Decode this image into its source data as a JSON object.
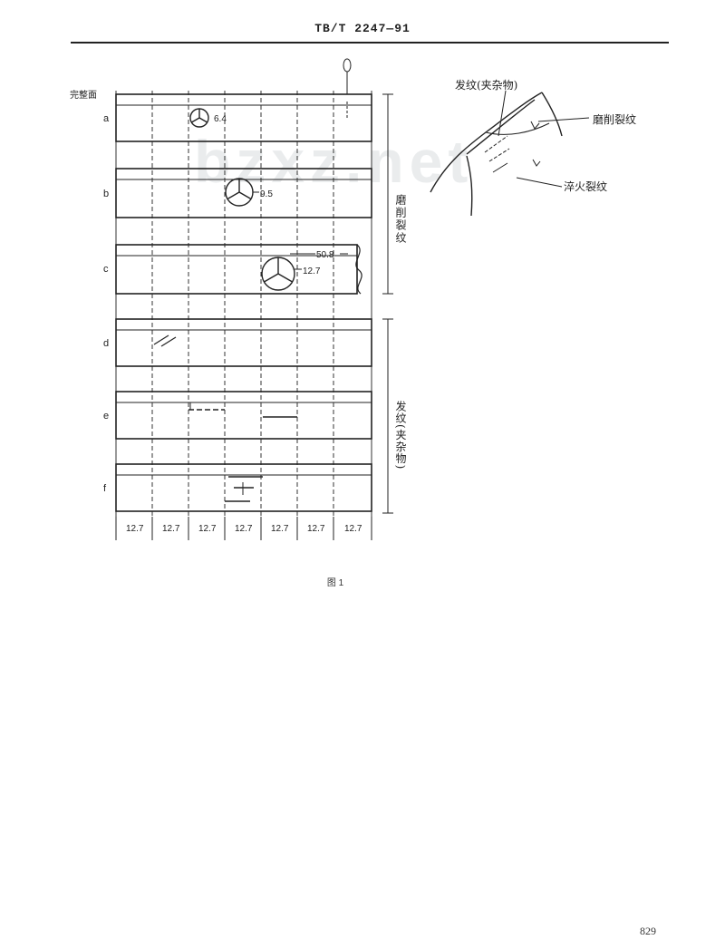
{
  "header": {
    "standard_number": "TB/T 2247—91"
  },
  "watermark": "bzxz.net",
  "figure": {
    "face_label": "完整面",
    "rows": [
      "a",
      "b",
      "c",
      "d",
      "e",
      "f"
    ],
    "circle_labels": [
      "6.4",
      "9.5",
      "12.7"
    ],
    "dim_50_8": "50.8",
    "widths": [
      "12.7",
      "12.7",
      "12.7",
      "12.7",
      "12.7",
      "12.7",
      "12.7"
    ],
    "group_label_grinding": "磨削裂纹",
    "group_label_seam": "发纹(夹杂物)",
    "detail_label_seam": "发纹(夹杂物)",
    "detail_label_grinding": "磨削裂纹",
    "detail_label_quench": "淬火裂纹",
    "caption": "图 1"
  },
  "page_number": "829"
}
